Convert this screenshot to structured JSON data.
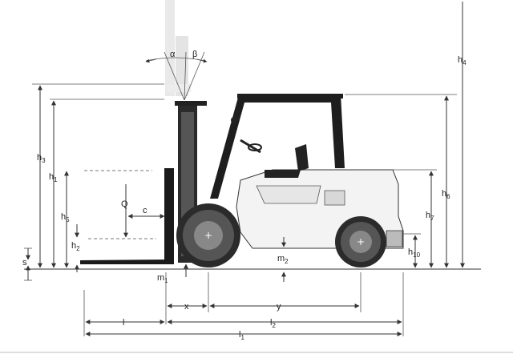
{
  "labels": {
    "alpha": "α",
    "beta": "β",
    "h4": {
      "base": "h",
      "sub": "4"
    },
    "h3": {
      "base": "h",
      "sub": "3"
    },
    "h1": {
      "base": "h",
      "sub": "1"
    },
    "h5": {
      "base": "h",
      "sub": "5"
    },
    "h2": {
      "base": "h",
      "sub": "2"
    },
    "h6": {
      "base": "h",
      "sub": "6"
    },
    "h7": {
      "base": "h",
      "sub": "7"
    },
    "h10": {
      "base": "h",
      "sub": "10"
    },
    "Q": "Q",
    "c": "c",
    "s": "s",
    "m1": {
      "base": "m",
      "sub": "1"
    },
    "m2": {
      "base": "m",
      "sub": "2"
    },
    "x": "x",
    "y": "y",
    "l": "l",
    "l2": {
      "base": "l",
      "sub": "2"
    },
    "l1": {
      "base": "l",
      "sub": "1"
    }
  },
  "colors": {
    "line": "#333333",
    "body": "#f2f2f2",
    "dark": "#1a1a1a",
    "tire": "#2b2b2b",
    "mast_ghost": "#e6e6e6"
  }
}
